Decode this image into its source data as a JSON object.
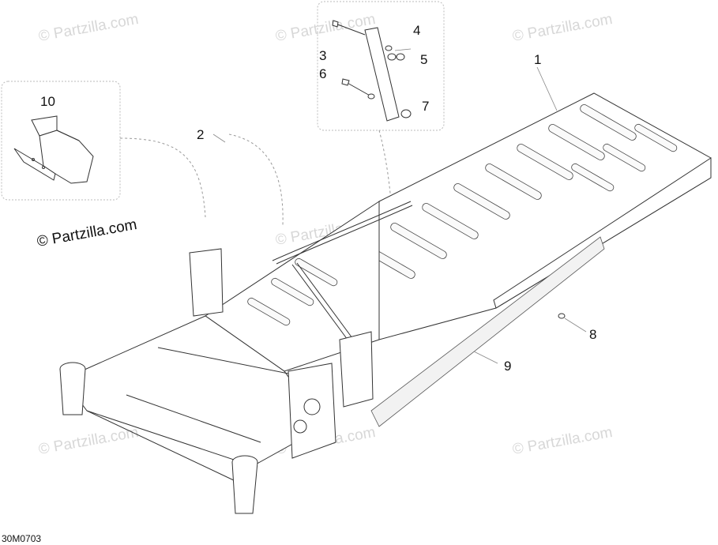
{
  "diagram": {
    "drawing_code": "30M0703",
    "watermark_text": "© Partzilla.com",
    "callouts": [
      "1",
      "2",
      "3",
      "4",
      "5",
      "6",
      "7",
      "8",
      "9",
      "10"
    ]
  }
}
